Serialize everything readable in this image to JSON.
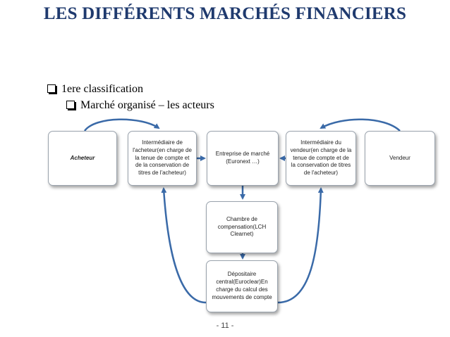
{
  "slide": {
    "title": "LES DIFFÉRENTS MARCHÉS FINANCIERS",
    "bullet1": "1ere classification",
    "bullet2": "Marché organisé – les acteurs",
    "page_number": "- 11 -"
  },
  "diagram": {
    "nodes": {
      "acheteur": "Acheteur",
      "intermediaire_acheteur": "Intermédiaire de l'acheteur(en charge de la tenue de compte et de la conservation de titres de l'acheteur)",
      "euronext": "Entreprise de marché (Euronext …)",
      "intermediaire_vendeur": "Intermédiaire du vendeur(en charge de la tenue de compte et de la conservation de titres de l'acheteur)",
      "vendeur": "Vendeur",
      "lch": "Chambre de compensation(LCH Clearnet)",
      "euroclear": "Dépositaire central(Euroclear)En charge du calcul des mouvements de compte"
    },
    "colors": {
      "title": "#1f3a6e",
      "arrow": "#3a6aa8",
      "node_border": "#9aa3ad"
    }
  }
}
